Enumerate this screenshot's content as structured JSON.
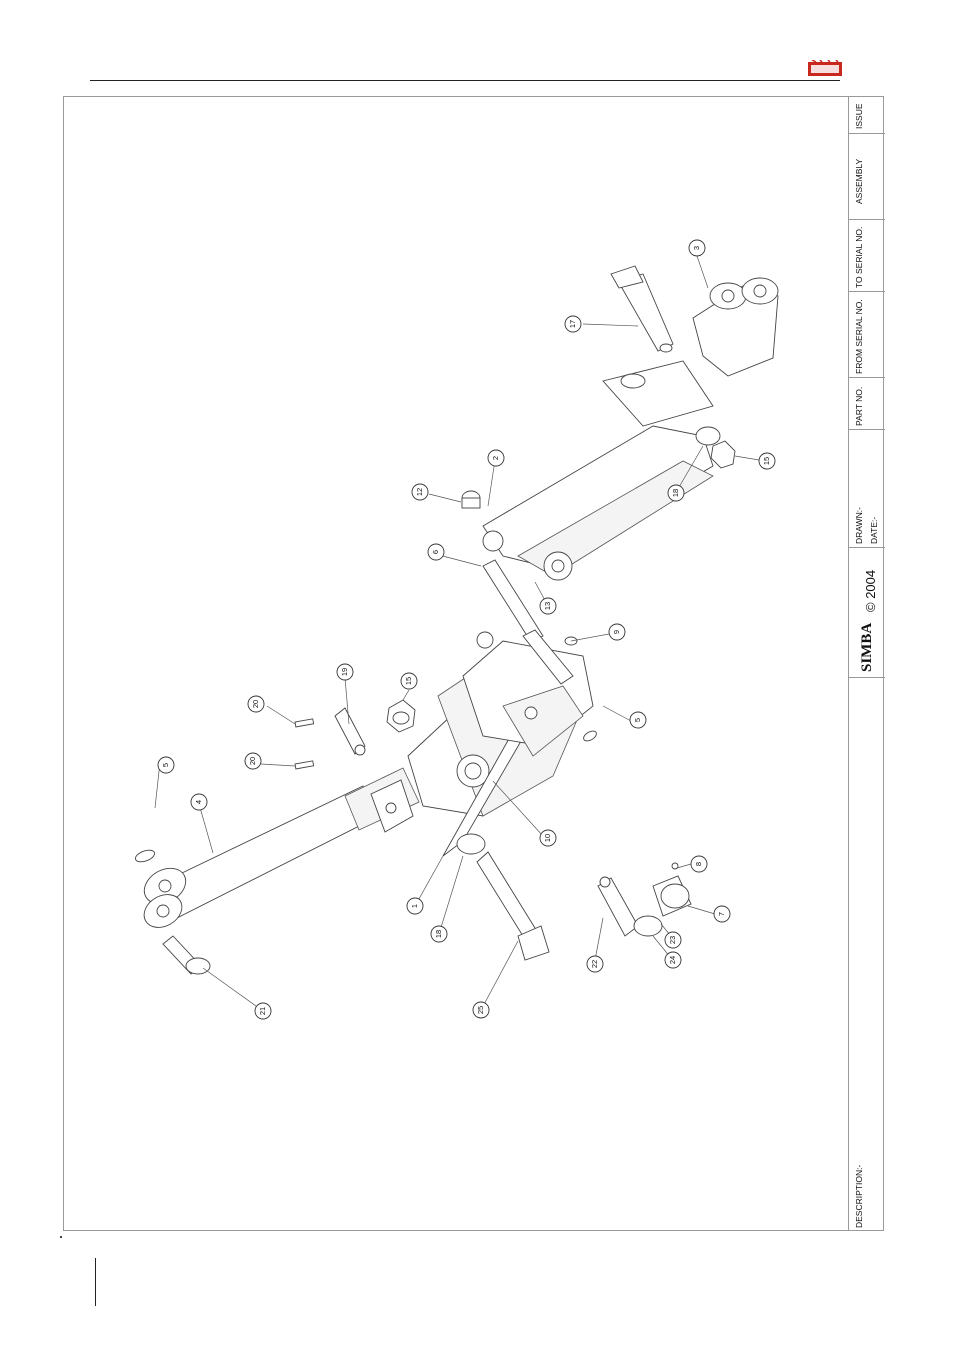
{
  "header": {
    "logo_text": "SIMBA"
  },
  "title_block": {
    "issue_label": "ISSUE",
    "assembly_label": "ASSEMBLY",
    "to_serial_label": "TO SERIAL NO.",
    "from_serial_label": "FROM SERIAL NO.",
    "part_no_label": "PART NO.",
    "drawn_label": "DRAWN:-",
    "date_label": "DATE:-",
    "logo_text": "SIMBA",
    "copyright": "© 2004",
    "description_label": "DESCRIPTION:-"
  },
  "callouts": [
    "1",
    "2",
    "3",
    "4",
    "5",
    "5",
    "6",
    "7",
    "8",
    "9",
    "10",
    "12",
    "13",
    "15",
    "15",
    "17",
    "18",
    "18",
    "19",
    "20",
    "20",
    "21",
    "22",
    "23",
    "24",
    "25"
  ],
  "colors": {
    "logo_red": "#c8281e",
    "line": "#444444",
    "frame": "#9a9a9a"
  }
}
